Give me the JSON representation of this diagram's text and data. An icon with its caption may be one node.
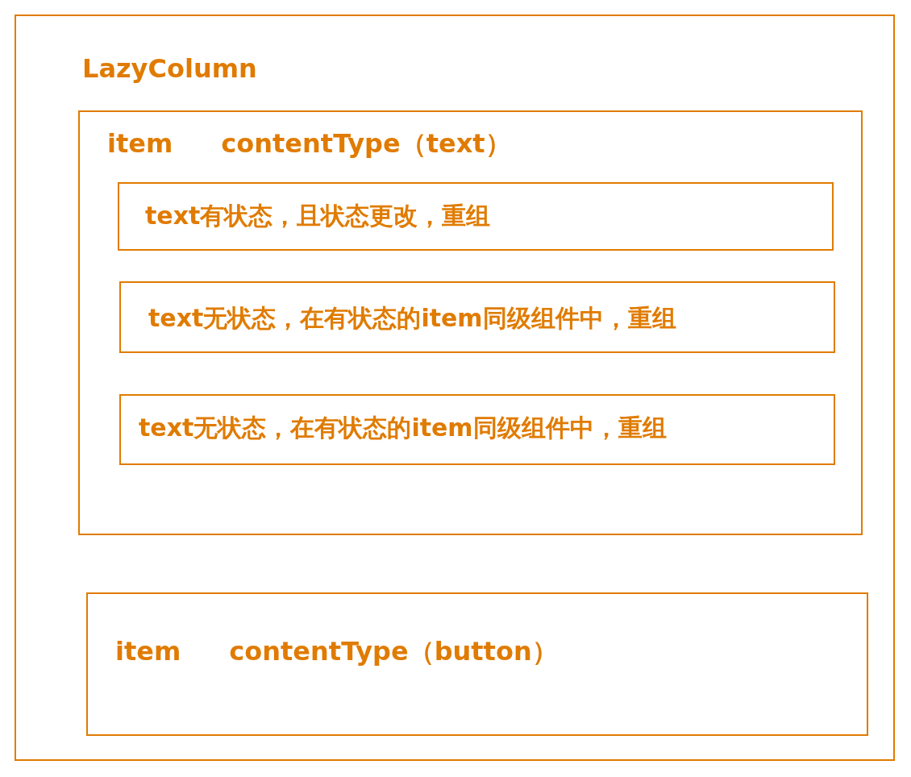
{
  "diagram": {
    "nodes": [
      {
        "text": [
          "LazyColumn"
        ]
      },
      {
        "text": [
          "item",
          "contentType（text）"
        ],
        "in": 0
      },
      {
        "text": [
          "text有状态，且状态更改，重组"
        ],
        "in": 1
      },
      {
        "text": [
          "text无状态，在有状态的item同级组件中，重组"
        ],
        "in": 1
      },
      {
        "text": [
          "text无状态，在有状态的item同级组件中，重组"
        ],
        "in": 1
      },
      {
        "text": [
          "item",
          "contentType（button）"
        ],
        "in": 0
      }
    ]
  }
}
